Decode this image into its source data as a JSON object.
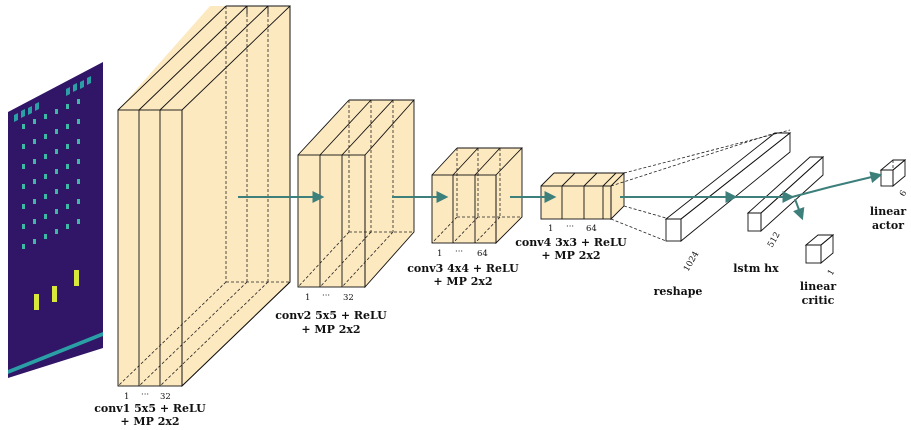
{
  "diagram": {
    "layers": [
      {
        "id": "conv1",
        "label_line1": "conv1 5x5 + ReLU",
        "label_line2": "+ MP 2x2",
        "dims": [
          "1",
          "···",
          "32"
        ]
      },
      {
        "id": "conv2",
        "label_line1": "conv2 5x5 + ReLU",
        "label_line2": "+ MP 2x2",
        "dims": [
          "1",
          "···",
          "32"
        ]
      },
      {
        "id": "conv3",
        "label_line1": "conv3 4x4 + ReLU",
        "label_line2": "+ MP 2x2",
        "dims": [
          "1",
          "···",
          "64"
        ]
      },
      {
        "id": "conv4",
        "label_line1": "conv4 3x3 + ReLU",
        "label_line2": "+ MP 2x2",
        "dims": [
          "1",
          "···",
          "64"
        ]
      },
      {
        "id": "reshape",
        "label": "reshape",
        "size": "1024"
      },
      {
        "id": "lstm",
        "label": "lstm hx",
        "size": "512"
      },
      {
        "id": "actor",
        "label_line1": "linear",
        "label_line2": "actor",
        "size": "6"
      },
      {
        "id": "critic",
        "label_line1": "linear",
        "label_line2": "critic",
        "size": "1"
      }
    ],
    "colors": {
      "feature_map": "#fde9c0",
      "pool_face": "#eaa58a",
      "reshape": "#d6a8d4",
      "lstm": "#a9bfcf",
      "output": "#d8c2ef",
      "arrow": "#3d7f7a",
      "game_bg": "#311566"
    },
    "input_image": "space-invaders-frame"
  }
}
